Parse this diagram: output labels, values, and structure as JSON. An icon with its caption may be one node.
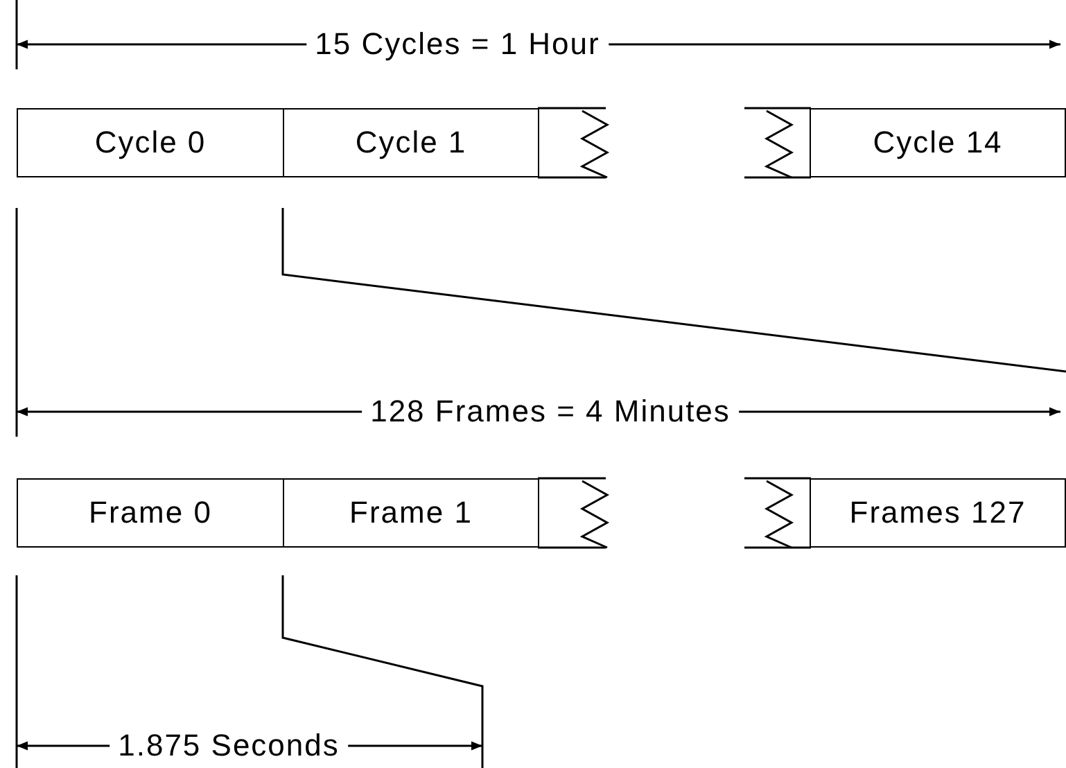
{
  "diagram": {
    "nodes": [
      {
        "text": [
          "Cycle 0"
        ]
      },
      {
        "text": [
          "Cycle 1"
        ]
      },
      {
        "text": [
          "Cycle 14"
        ]
      },
      {
        "text": [
          "Frame 0"
        ]
      },
      {
        "text": [
          "Frame 1"
        ]
      },
      {
        "text": [
          "Frames 127"
        ]
      }
    ],
    "labels": [
      "15 Cycles = 1 Hour",
      "128 Frames = 4 Minutes",
      "1.875 Seconds"
    ]
  }
}
